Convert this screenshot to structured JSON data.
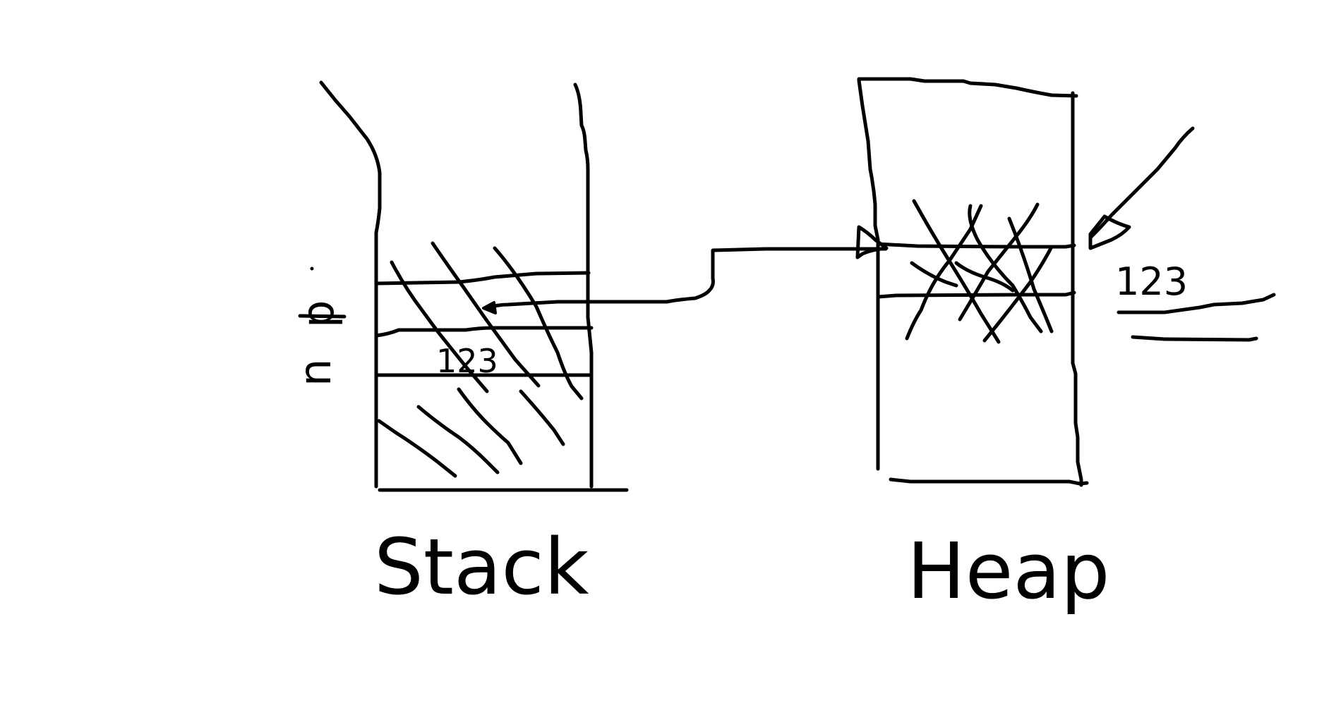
{
  "diagram": {
    "stack_label": "Stack",
    "heap_label": "Heap",
    "stack_var_p": "p",
    "stack_var_n": "n",
    "stack_value": "123",
    "heap_value": "123",
    "ink_color": "#000000",
    "background_color": "#ffffff"
  }
}
